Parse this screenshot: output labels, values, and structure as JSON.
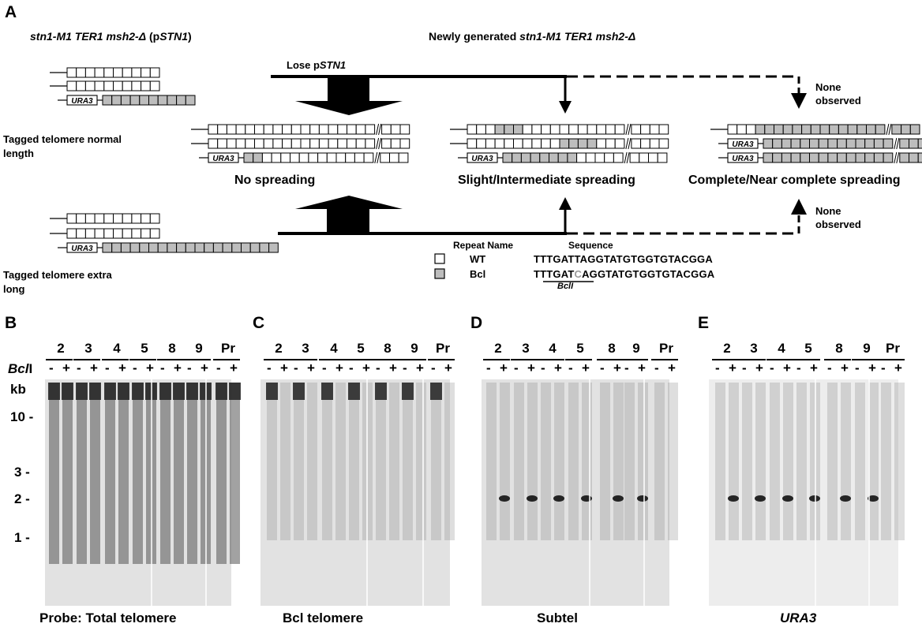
{
  "panel_a": {
    "letter": "A",
    "left_strain": {
      "pre": "stn1-M1 TER1 msh2-",
      "delta": "Δ",
      "mid": " (p",
      "gene": "STN1",
      "post": ")"
    },
    "new_strain": {
      "pre": "Newly generated ",
      "ital": "stn1-M1 TER1 msh2-",
      "delta": "Δ"
    },
    "lose_label": {
      "pre": "Lose p",
      "gene": "STN1"
    },
    "normal_label": [
      "Tagged telomere normal",
      "length"
    ],
    "long_label": [
      "Tagged telomere extra",
      "long"
    ],
    "ura3_tag": "URA3",
    "outcomes": [
      "No spreading",
      "Slight/Intermediate spreading",
      "Complete/Near complete spreading"
    ],
    "none_observed": [
      "None",
      "observed"
    ],
    "legend": {
      "repeat_header": "Repeat Name",
      "seq_header": "Sequence",
      "wt_name": "WT",
      "wt_seq": "TTTGATTAGGTATGTGGTGTACGGA",
      "bcl_name": "Bcl",
      "bcl_seq_pre": "TTTGAT",
      "bcl_seq_mut": "C",
      "bcl_seq_post": "AGGTATGTGGTGTACGGA",
      "site_label": "BclI",
      "mut_color": "#9a9a9a"
    }
  },
  "blots": {
    "lanes": [
      "2",
      "3",
      "4",
      "5",
      "8",
      "9",
      "Pr"
    ],
    "minus": "-",
    "plus": "+",
    "enzyme_label": {
      "ital": "Bcl",
      "post": "I"
    },
    "kb_label": "kb",
    "ladder": [
      "10",
      "3",
      "2",
      "1"
    ],
    "probe_label": "Probe:",
    "panels": [
      {
        "letter": "B",
        "probe": "Total telomere"
      },
      {
        "letter": "C",
        "probe": "Bcl telomere"
      },
      {
        "letter": "D",
        "probe": "Subtel"
      },
      {
        "letter": "E",
        "probe": "URA3"
      }
    ]
  }
}
